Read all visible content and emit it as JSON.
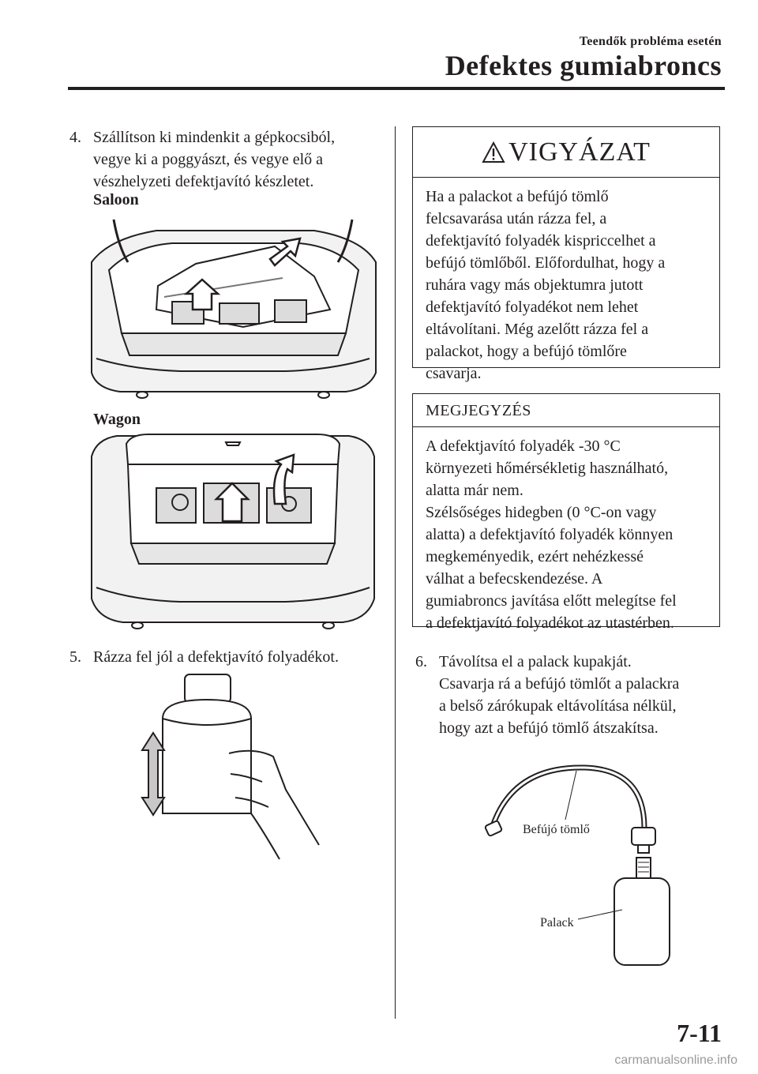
{
  "header": {
    "section": "Teendők probléma esetén",
    "title": "Defektes gumiabroncs"
  },
  "left": {
    "step4": {
      "number": "4.",
      "lines": [
        "Szállítson ki mindenkit a gépkocsiból,",
        "vegye ki a poggyászt, és vegye elő a",
        "vészhelyzeti defektjavító készletet."
      ]
    },
    "saloon_label": "Saloon",
    "wagon_label": "Wagon",
    "step5": {
      "number": "5.",
      "lines": [
        "Rázza fel jól a defektjavító folyadékot."
      ]
    }
  },
  "right": {
    "warning": {
      "title": "VIGYÁZAT",
      "lines": [
        "Ha a palackot a befújó tömlő",
        "felcsavarása után rázza fel, a",
        "defektjavító folyadék kispriccelhet a",
        "befújó tömlőből. Előfordulhat, hogy a",
        "ruhára vagy más objektumra jutott",
        "defektjavító folyadékot nem lehet",
        "eltávolítani. Még azelőtt rázza fel a",
        "palackot, hogy a befújó tömlőre",
        "csavarja."
      ]
    },
    "note": {
      "title": "MEGJEGYZÉS",
      "lines": [
        "A defektjavító folyadék -30 °C",
        "környezeti hőmérsékletig használható,",
        "alatta már nem.",
        "Szélsőséges hidegben (0 °C-on vagy",
        "alatta) a defektjavító folyadék könnyen",
        "megkeményedik, ezért nehézkessé",
        "válhat a befecskendezése. A",
        "gumiabroncs javítása előtt melegítse fel",
        "a defektjavító folyadékot az utastérben."
      ]
    },
    "step6": {
      "number": "6.",
      "lines": [
        "Távolítsa el a palack kupakját.",
        "Csavarja rá a befújó tömlőt a palackra",
        "a belső zárókupak eltávolítása nélkül,",
        "hogy azt a befújó tömlő átszakítsa."
      ]
    },
    "callouts": {
      "hose": "Befújó tömlő",
      "bottle": "Palack"
    }
  },
  "footer": {
    "page_number": "7-11",
    "watermark": "carmanualsonline.info"
  }
}
